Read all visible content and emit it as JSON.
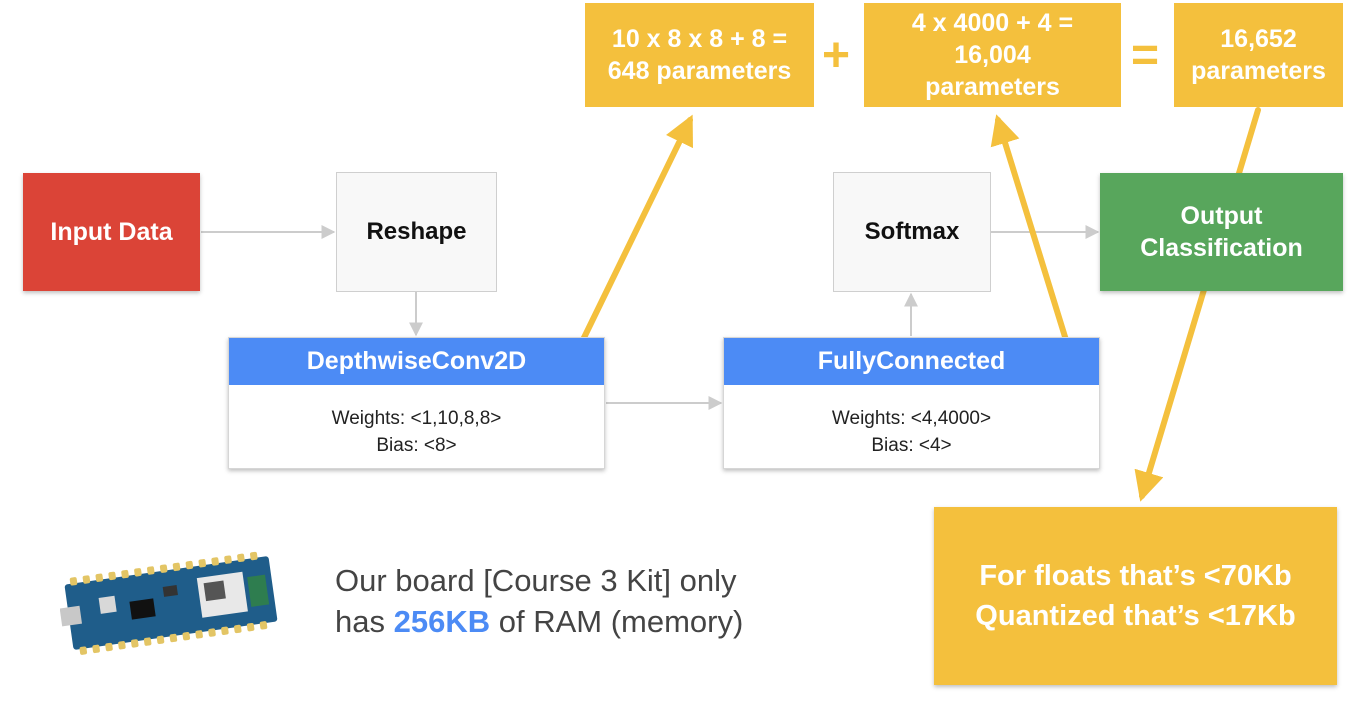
{
  "nodes": {
    "input": "Input Data",
    "reshape": "Reshape",
    "softmax": "Softmax",
    "output_line1": "Output",
    "output_line2": "Classification"
  },
  "layers": {
    "depthwise": {
      "title": "DepthwiseConv2D",
      "weights": "Weights: <1,10,8,8>",
      "bias": "Bias: <8>"
    },
    "fully": {
      "title": "FullyConnected",
      "weights": "Weights: <4,4000>",
      "bias": "Bias: <4>"
    }
  },
  "params": {
    "conv_line1": "10 x 8 x 8 + 8 =",
    "conv_line2": "648 parameters",
    "plus": "+",
    "fc_line1": "4 x 4000 + 4 =",
    "fc_line2": "16,004",
    "fc_line3": "parameters",
    "equals": "=",
    "total_line1": "16,652",
    "total_line2": "parameters"
  },
  "memory_box": {
    "line1": "For floats that’s <70Kb",
    "line2": "Quantized that’s <17Kb"
  },
  "note": {
    "part1": "Our board [Course 3 Kit] only",
    "part2": "has ",
    "highlight": "256KB",
    "part3": " of RAM (memory)"
  },
  "colors": {
    "red": "#db4437",
    "blue": "#4c8bf5",
    "green": "#58a65c",
    "yellow": "#f4c03d",
    "arrow_gray": "#cccccc"
  }
}
